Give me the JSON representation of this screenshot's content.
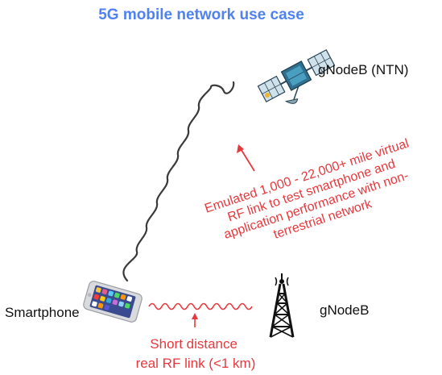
{
  "title": "5G mobile network use case",
  "nodes": {
    "ntn": {
      "label": "gNodeB (NTN)"
    },
    "smartphone": {
      "label": "Smartphone"
    },
    "gnodeb": {
      "label": "gNodeB"
    }
  },
  "annotations": {
    "emulated_link": {
      "lines": [
        "Emulated 1,000 - 22,000+ mile virtual",
        "RF link to test smartphone and",
        "application performance with non-",
        "terrestrial network"
      ]
    },
    "short_link": {
      "lines": [
        "Short distance",
        "real RF link (<1 km)"
      ]
    }
  },
  "icons": {
    "satellite": "satellite-icon",
    "smartphone": "smartphone-icon",
    "tower": "cell-tower-icon"
  },
  "colors": {
    "title": "#4f81f0",
    "annotation": "#e8383d",
    "wave_virtual": "#3a3a3a",
    "wave_real": "#e8383d",
    "text": "#111111"
  }
}
